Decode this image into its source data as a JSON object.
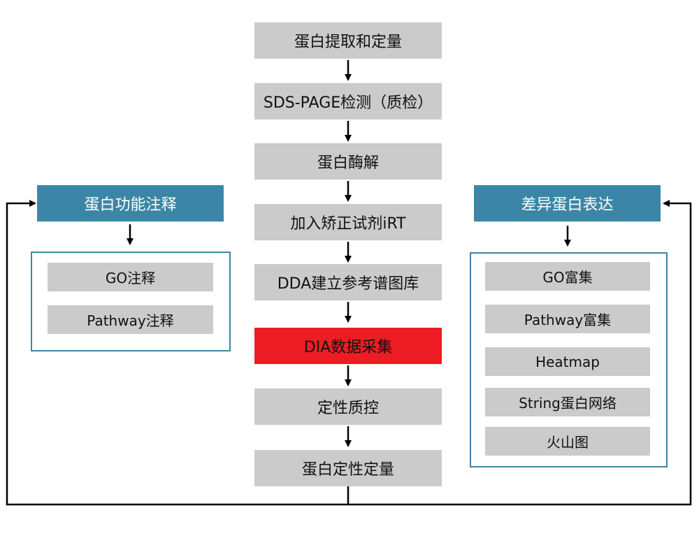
{
  "colors": {
    "step_fill": "#cbcbcb",
    "highlight_fill": "#ee1c24",
    "header_fill": "#3b86a6",
    "line": "#000000"
  },
  "pipeline": {
    "steps": [
      "蛋白提取和定量",
      "SDS-PAGE检测（质检）",
      "蛋白酶解",
      "加入矫正试剂iRT",
      "DDA建立参考谱图库",
      "DIA数据采集",
      "定性质控",
      "蛋白定性定量"
    ],
    "highlighted_step": "DIA数据采集"
  },
  "left_branch": {
    "title": "蛋白功能注释",
    "items": [
      "GO注释",
      "Pathway注释"
    ]
  },
  "right_branch": {
    "title": "差异蛋白表达",
    "items": [
      "GO富集",
      "Pathway富集",
      "Heatmap",
      "String蛋白网络",
      "火山图"
    ]
  }
}
